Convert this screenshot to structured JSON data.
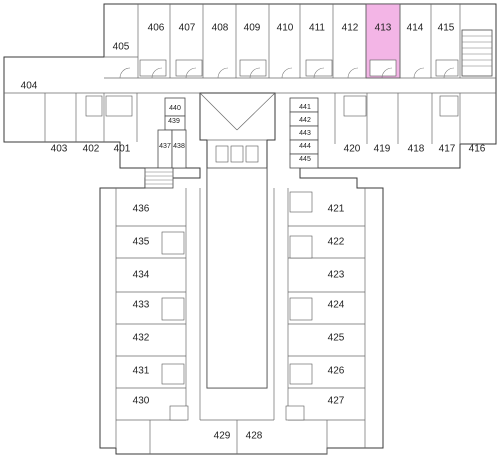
{
  "highlight_color": "#f3b5e6",
  "wall_color": "#3a3a3a",
  "highlighted_room": "413",
  "rooms": {
    "r401": "401",
    "r402": "402",
    "r403": "403",
    "r404": "404",
    "r405": "405",
    "r406": "406",
    "r407": "407",
    "r408": "408",
    "r409": "409",
    "r410": "410",
    "r411": "411",
    "r412": "412",
    "r413": "413",
    "r414": "414",
    "r415": "415",
    "r416": "416",
    "r417": "417",
    "r418": "418",
    "r419": "419",
    "r420": "420",
    "r421": "421",
    "r422": "422",
    "r423": "423",
    "r424": "424",
    "r425": "425",
    "r426": "426",
    "r427": "427",
    "r428": "428",
    "r429": "429",
    "r430": "430",
    "r431": "431",
    "r432": "432",
    "r433": "433",
    "r434": "434",
    "r435": "435",
    "r436": "436",
    "r437": "437",
    "r438": "438",
    "r439": "439",
    "r440": "440",
    "r441": "441",
    "r442": "442",
    "r443": "443",
    "r444": "444",
    "r445": "445"
  }
}
